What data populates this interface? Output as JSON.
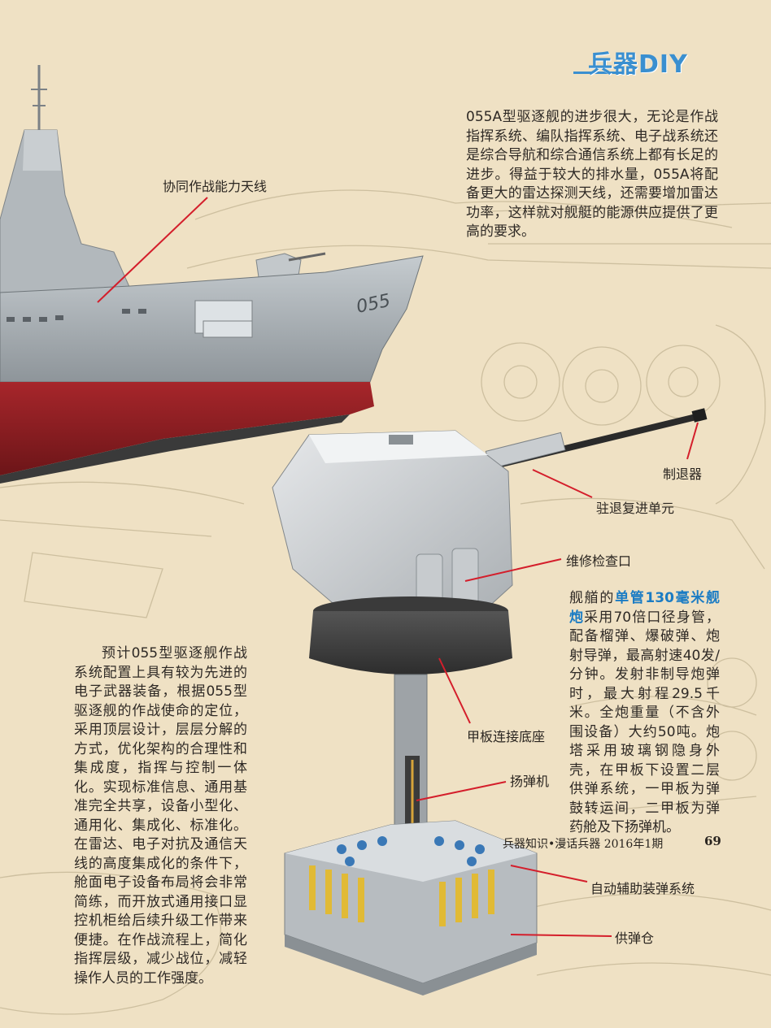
{
  "header": {
    "logo_text": "兵器DIY"
  },
  "intro_text": "055A型驱逐舰的进步很大，无论是作战指挥系统、编队指挥系统、电子战系统还是综合导航和综合通信系统上都有长足的进步。得益于较大的排水量，055A将配备更大的雷达探测天线，还需要增加雷达功率，这样就对舰艇的能源供应提供了更高的要求。",
  "left_text": "预计055型驱逐舰作战系统配置上具有较为先进的电子武器装备，根据055型驱逐舰的作战使命的定位，采用顶层设计，层层分解的方式，优化架构的合理性和集成度，指挥与控制一体化。实现标准信息、通用基准完全共享，设备小型化、通用化、集成化、标准化。在雷达、电子对抗及通信天线的高度集成化的条件下，舱面电子设备布局将会非常简练，而开放式通用接口显控机柜给后续升级工作带来便捷。在作战流程上，简化指挥层级，减少战位，减轻操作人员的工作强度。",
  "gun_text": {
    "prefix": "舰艏的",
    "highlight": "单管130毫米舰炮",
    "body": "采用70倍口径身管，配备榴弹、爆破弹、炮射导弹，最高射速40发/分钟。发射非制导炮弹时，最大射程29.5千米。全炮重量（不含外围设备）大约50吨。炮塔采用玻璃钢隐身外壳，在甲板下设置二层供弹系统，一甲板为弹鼓转运间，二甲板为弹药舱及下扬弹机。"
  },
  "labels": {
    "antenna": "协同作战能力天线",
    "muzzle_brake": "制退器",
    "recoil_unit": "驻退复进单元",
    "hatch": "维修检查口",
    "deck_base": "甲板连接底座",
    "hoist": "扬弹机",
    "autoloader": "自动辅助装弹系统",
    "magazine": "供弹仓"
  },
  "ship": {
    "hull_number": "055"
  },
  "footer": {
    "publication": "兵器知识•漫话兵器 2016年1期",
    "page_number": "69"
  },
  "colors": {
    "background": "#efe1c4",
    "accent_blue": "#1b7cc4",
    "hull_red": "#8e1e22",
    "hull_grey": "#a7adb1",
    "leader_line": "#d41e2b"
  }
}
